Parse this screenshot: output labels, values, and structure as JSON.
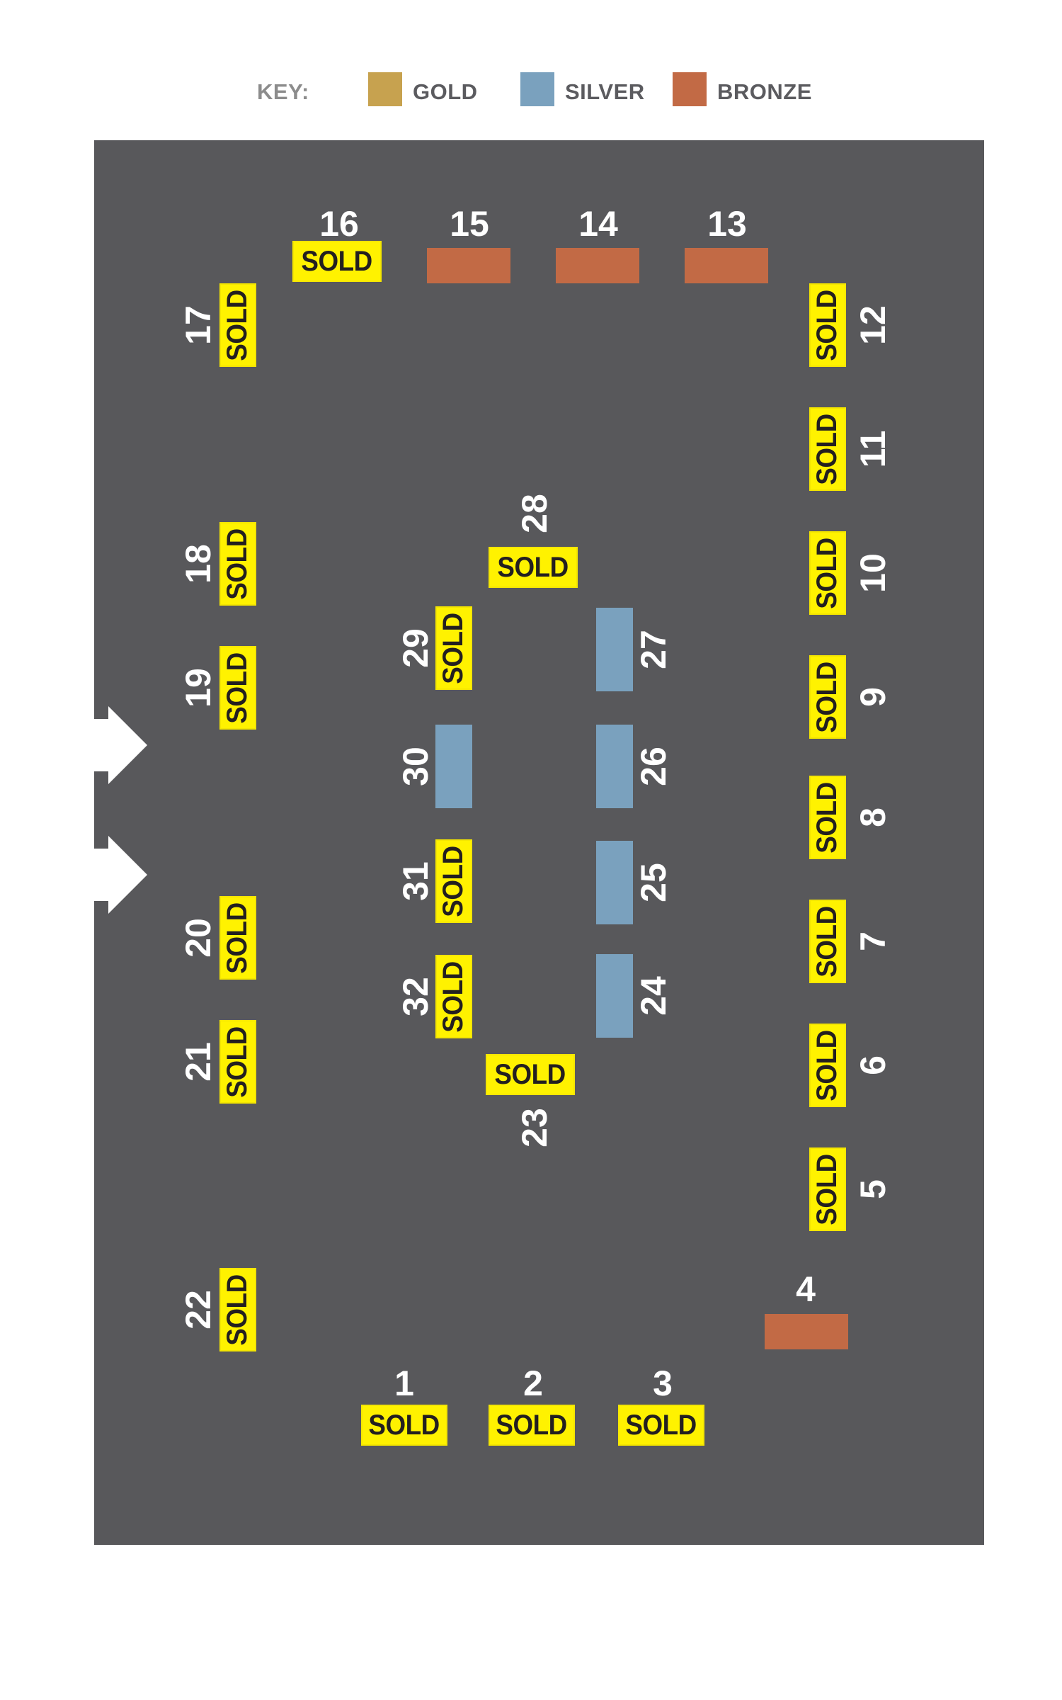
{
  "key": {
    "label": "KEY:",
    "items": [
      {
        "name": "GOLD",
        "color": "#c7a24f"
      },
      {
        "name": "SILVER",
        "color": "#7aa1be"
      },
      {
        "name": "BRONZE",
        "color": "#c26a45"
      }
    ]
  },
  "colors": {
    "floor": "#58585b",
    "sold_fill": "#fff200",
    "sold_text": "#231f20",
    "number_text": "#ffffff",
    "entrance_arrow": "#ffffff"
  },
  "sold_label": "SOLD",
  "entrances": [
    {
      "name": "entrance-arrow-upper"
    },
    {
      "name": "entrance-arrow-lower"
    }
  ],
  "booths": [
    {
      "number": "1",
      "status": "sold"
    },
    {
      "number": "2",
      "status": "sold"
    },
    {
      "number": "3",
      "status": "sold"
    },
    {
      "number": "4",
      "status": "bronze"
    },
    {
      "number": "5",
      "status": "sold"
    },
    {
      "number": "6",
      "status": "sold"
    },
    {
      "number": "7",
      "status": "sold"
    },
    {
      "number": "8",
      "status": "sold"
    },
    {
      "number": "9",
      "status": "sold"
    },
    {
      "number": "10",
      "status": "sold"
    },
    {
      "number": "11",
      "status": "sold"
    },
    {
      "number": "12",
      "status": "sold"
    },
    {
      "number": "13",
      "status": "bronze"
    },
    {
      "number": "14",
      "status": "bronze"
    },
    {
      "number": "15",
      "status": "bronze"
    },
    {
      "number": "16",
      "status": "sold"
    },
    {
      "number": "17",
      "status": "sold"
    },
    {
      "number": "18",
      "status": "sold"
    },
    {
      "number": "19",
      "status": "sold"
    },
    {
      "number": "20",
      "status": "sold"
    },
    {
      "number": "21",
      "status": "sold"
    },
    {
      "number": "22",
      "status": "sold"
    },
    {
      "number": "23",
      "status": "sold"
    },
    {
      "number": "24",
      "status": "silver"
    },
    {
      "number": "25",
      "status": "silver"
    },
    {
      "number": "26",
      "status": "silver"
    },
    {
      "number": "27",
      "status": "silver"
    },
    {
      "number": "28",
      "status": "sold"
    },
    {
      "number": "29",
      "status": "sold"
    },
    {
      "number": "30",
      "status": "silver"
    },
    {
      "number": "31",
      "status": "sold"
    },
    {
      "number": "32",
      "status": "sold"
    }
  ]
}
